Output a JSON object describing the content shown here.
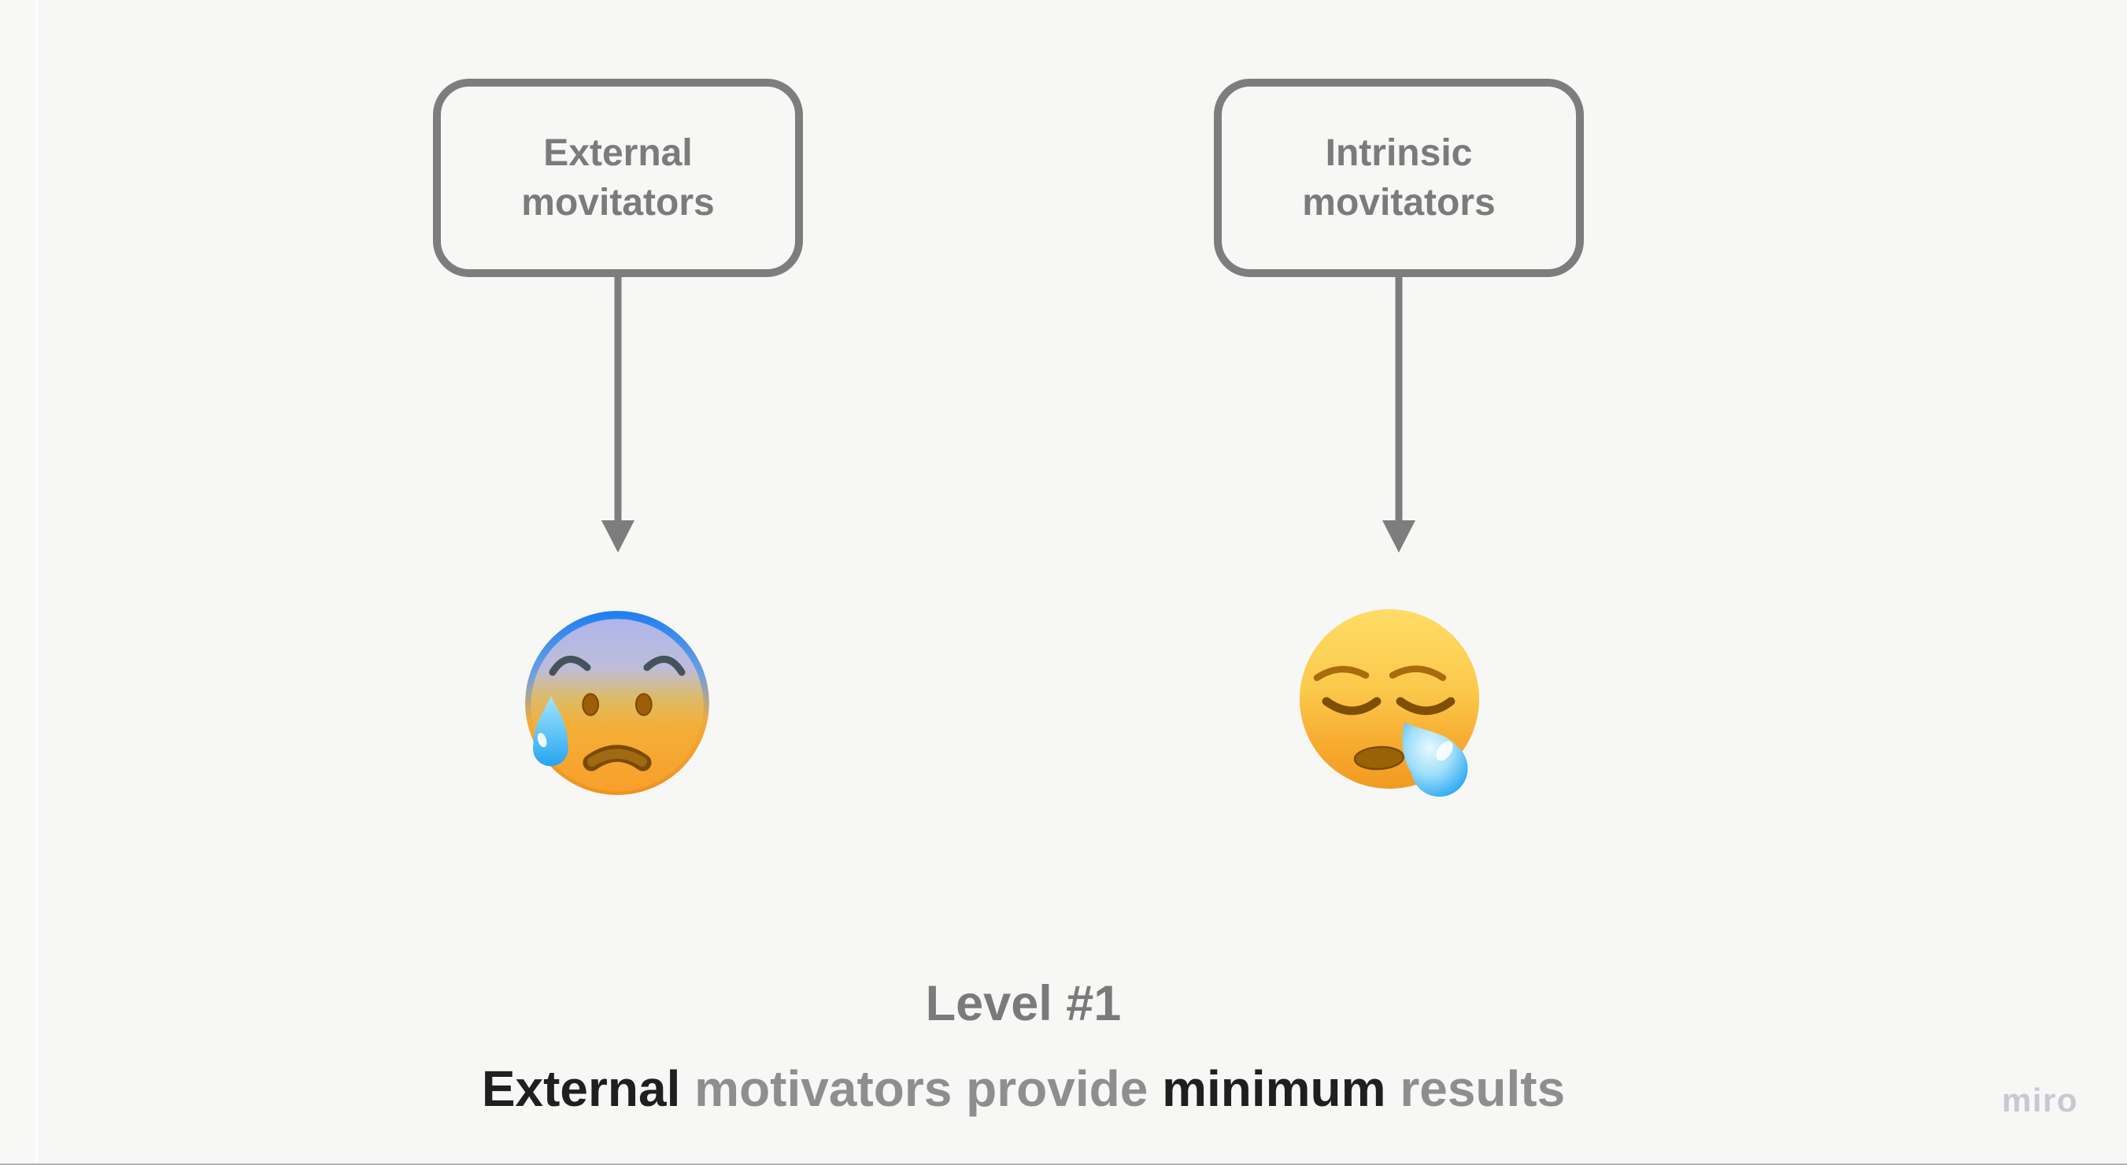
{
  "board": {
    "background": "#f7f7f6",
    "left_strip_color": "#f8f8f7",
    "divider_line_color": "#ffffff",
    "bottom_edge_color": "#b5b5b5"
  },
  "nodes": [
    {
      "id": "external",
      "line1": "External",
      "line2": "movitators"
    },
    {
      "id": "intrinsic",
      "line1": "Intrinsic",
      "line2": "movitators"
    }
  ],
  "node_style": {
    "border_color": "#7d7d7d",
    "label_color": "#7b7b7b"
  },
  "arrows": {
    "color": "#7d7d7d"
  },
  "emojis": [
    {
      "name": "anxious-face-with-cold-sweat",
      "char": "😰"
    },
    {
      "name": "sleepy-face",
      "char": "😪"
    }
  ],
  "caption": {
    "line1": "Level #1",
    "line1_color": "#7a7a7a",
    "line2_segments": [
      {
        "text": "External ",
        "color": "#1f1f1f"
      },
      {
        "text": "motivators provide ",
        "color": "#8e8e8e"
      },
      {
        "text": "minimum ",
        "color": "#1f1f1f"
      },
      {
        "text": "results",
        "color": "#8e8e8e"
      }
    ]
  },
  "watermark": {
    "label": "miro",
    "color": "#c7c8d2"
  }
}
